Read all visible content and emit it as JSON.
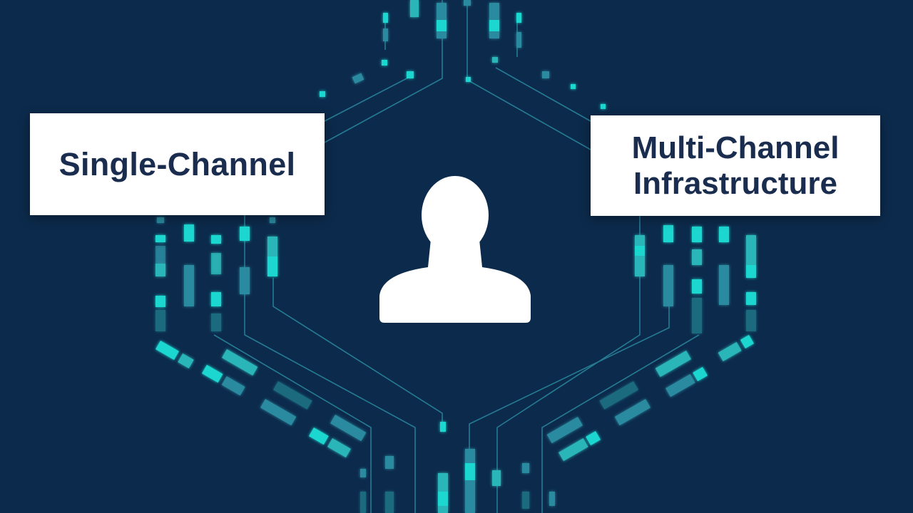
{
  "labels": {
    "left": "Single-Channel",
    "right_line1": "Multi-Channel",
    "right_line2": "Infrastructure"
  },
  "icons": {
    "center": "user-silhouette-icon"
  },
  "colors": {
    "background": "#0c2a4b",
    "accent_cyan": "#1fd6d0",
    "accent_teal": "#2ab5b8",
    "accent_dim": "#1e6a7d",
    "line": "#2a8aa0",
    "box": "#ffffff",
    "text": "#1a2d4e"
  }
}
